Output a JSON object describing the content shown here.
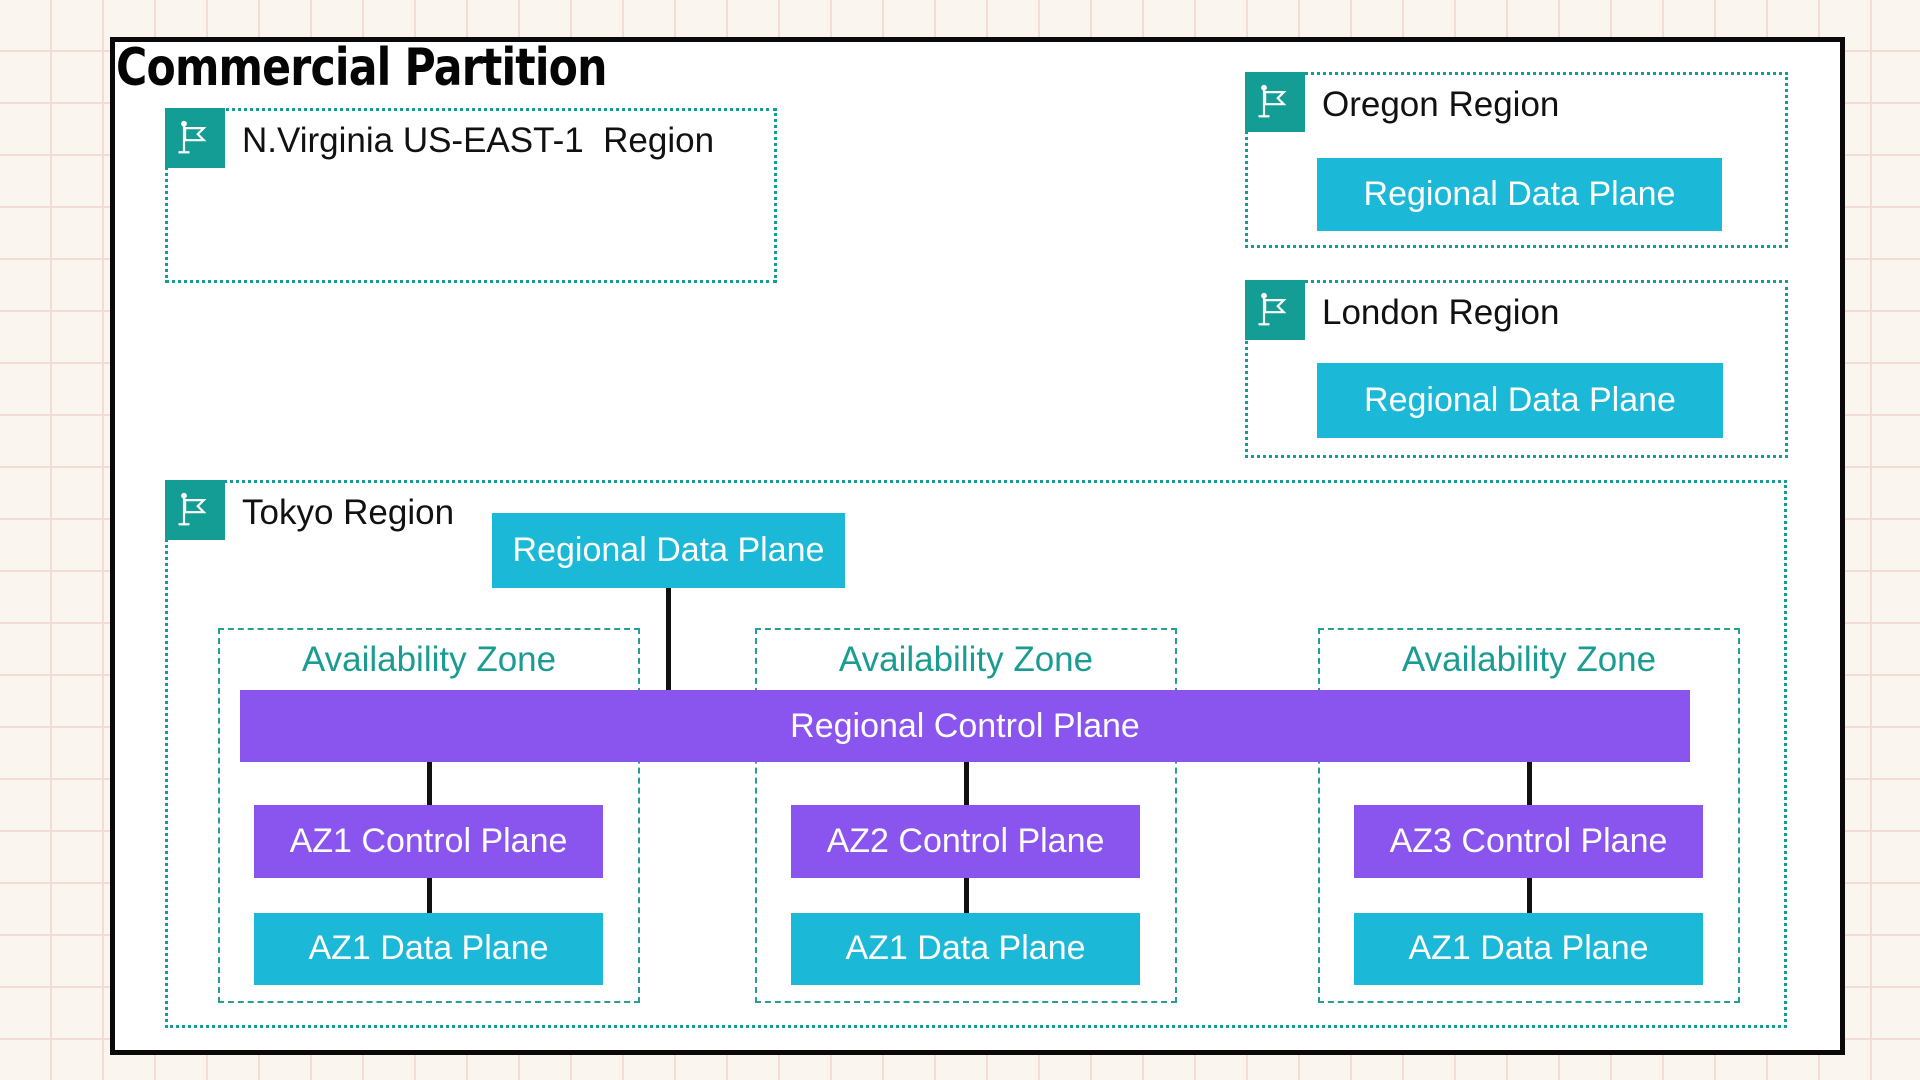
{
  "diagram": {
    "title": "Commercial Partition",
    "regions": {
      "nvirginia": {
        "label": "N.Virginia US-EAST-1  Region"
      },
      "oregon": {
        "label": "Oregon Region",
        "data_plane_label": "Regional Data Plane"
      },
      "london": {
        "label": "London Region",
        "data_plane_label": "Regional Data Plane"
      },
      "tokyo": {
        "label": "Tokyo Region",
        "regional_data_plane_label": "Regional Data Plane",
        "regional_control_plane_label": "Regional Control Plane",
        "availability_zones": [
          {
            "label": "Availability Zone",
            "control_plane_label": "AZ1 Control Plane",
            "data_plane_label": "AZ1 Data Plane"
          },
          {
            "label": "Availability Zone",
            "control_plane_label": "AZ2 Control Plane",
            "data_plane_label": "AZ1 Data Plane"
          },
          {
            "label": "Availability Zone",
            "control_plane_label": "AZ3 Control Plane",
            "data_plane_label": "AZ1 Data Plane"
          }
        ]
      }
    },
    "colors": {
      "region_border_teal": "#149d94",
      "data_plane_cyan": "#1cb8d7",
      "control_plane_purple": "#8a55ee",
      "connector_black": "#111111",
      "frame_black": "#0a0a0a",
      "grid_line_pink": "#f2dcd4"
    },
    "icons": {
      "region_icon": "flag-icon"
    }
  }
}
